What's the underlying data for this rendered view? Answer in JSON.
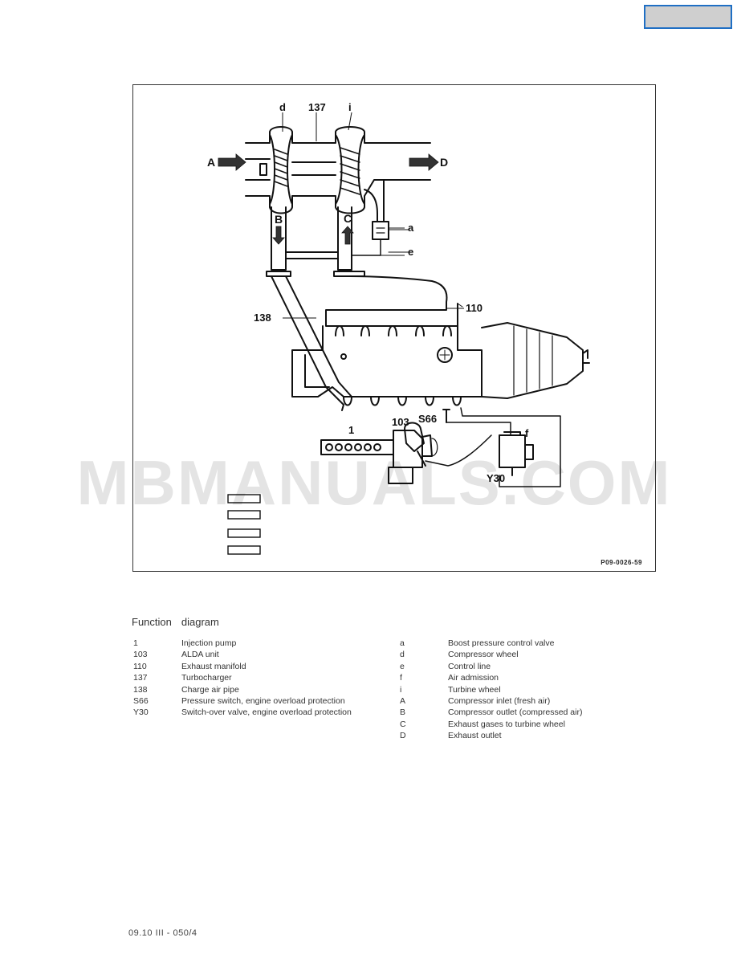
{
  "watermark": "MBMANUALS.COM",
  "figure": {
    "code": "P09-0026-59",
    "labels": {
      "d": "d",
      "n137": "137",
      "i": "i",
      "A": "A",
      "D": "D",
      "B": "B",
      "C": "C",
      "a": "a",
      "e": "e",
      "n138": "138",
      "n110": "110",
      "S66": "S66",
      "n1": "1",
      "n103": "103",
      "f": "f",
      "Y30": "Y30"
    }
  },
  "caption": {
    "word1": "Function",
    "word2": "diagram"
  },
  "legend_left": [
    {
      "key": "1",
      "text": "Injection pump"
    },
    {
      "key": "103",
      "text": "ALDA unit"
    },
    {
      "key": "110",
      "text": "Exhaust manifold"
    },
    {
      "key": "137",
      "text": "Turbocharger"
    },
    {
      "key": "138",
      "text": "Charge air pipe"
    },
    {
      "key": "S66",
      "text": "Pressure switch, engine overload protection"
    },
    {
      "key": "Y30",
      "text": "Switch-over valve, engine overload protection"
    }
  ],
  "legend_right": [
    {
      "key": "a",
      "text": "Boost pressure control valve"
    },
    {
      "key": "d",
      "text": "Compressor wheel"
    },
    {
      "key": "e",
      "text": "Control line"
    },
    {
      "key": "f",
      "text": "Air admission"
    },
    {
      "key": "i",
      "text": "Turbine wheel"
    },
    {
      "key": "A",
      "text": "Compressor inlet (fresh air)"
    },
    {
      "key": "B",
      "text": "Compressor outlet (compressed air)"
    },
    {
      "key": "C",
      "text": "Exhaust gases to turbine wheel"
    },
    {
      "key": "D",
      "text": "Exhaust outlet"
    }
  ],
  "footer": "09.10 III - 050/4"
}
